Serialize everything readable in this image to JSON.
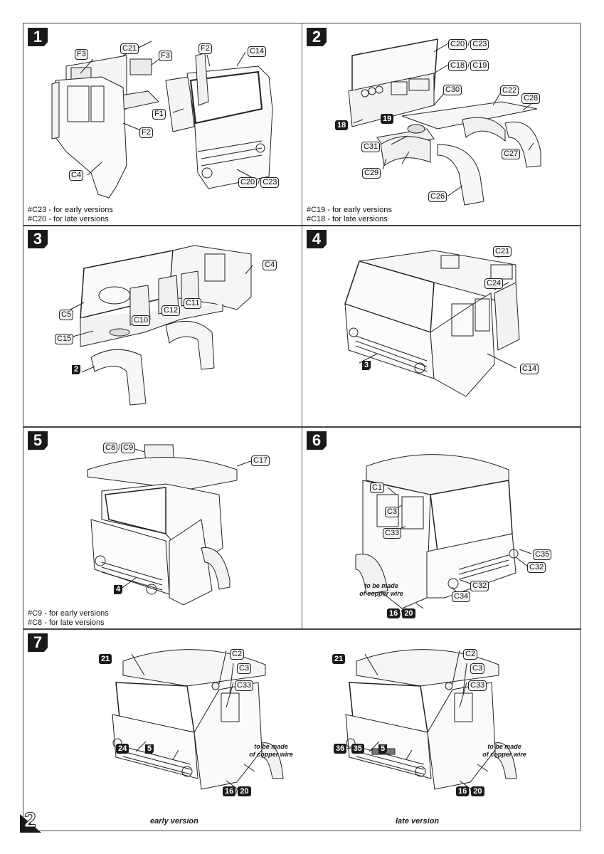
{
  "document": {
    "page_number": "2",
    "steps": [
      {
        "number": "1",
        "labels": [
          "F3",
          "C21",
          "F3",
          "F2",
          "C14",
          "F1",
          "F2",
          "C4"
        ],
        "label_pairs": [
          [
            "C20",
            "C23"
          ]
        ],
        "notes": [
          "#C23 - for early versions",
          "#C20 - for late versions"
        ]
      },
      {
        "number": "2",
        "labels": [
          "C30",
          "C22",
          "C28",
          "C31",
          "C27",
          "C29",
          "C26"
        ],
        "label_pairs": [
          [
            "C20",
            "C23"
          ],
          [
            "C18",
            "C19"
          ]
        ],
        "refs": [
          "18",
          "19"
        ],
        "notes": [
          "#C19 - for early versions",
          "#C18 - for late versions"
        ]
      },
      {
        "number": "3",
        "labels": [
          "C4",
          "C5",
          "C10",
          "C12",
          "C11",
          "C15"
        ],
        "step_refs": [
          "2"
        ]
      },
      {
        "number": "4",
        "labels": [
          "C21",
          "C24",
          "C14"
        ],
        "step_refs": [
          "3"
        ]
      },
      {
        "number": "5",
        "labels": [
          "C17"
        ],
        "label_pairs": [
          [
            "C8",
            "C9"
          ]
        ],
        "step_refs": [
          "4"
        ],
        "notes": [
          "#C9 - for early versions",
          "#C8 - for late versions"
        ]
      },
      {
        "number": "6",
        "labels": [
          "C1",
          "C3",
          "C33",
          "C35",
          "C32",
          "C32",
          "C34"
        ],
        "ref_pairs": [
          [
            "16",
            "20"
          ]
        ],
        "annotation": [
          "to be made",
          "of copper wire"
        ]
      },
      {
        "number": "7",
        "variants": [
          {
            "caption": "early version",
            "labels": [
              "C2",
              "C3",
              "C33"
            ],
            "refs": [
              "21",
              "24"
            ],
            "step_refs": [
              "5"
            ],
            "ref_pairs": [
              [
                "16",
                "20"
              ]
            ],
            "annotation": [
              "to be made",
              "of copper wire"
            ]
          },
          {
            "caption": "late version",
            "labels": [
              "C2",
              "C3",
              "C33"
            ],
            "refs": [
              "21"
            ],
            "ref_sum": [
              "36",
              "35"
            ],
            "step_refs": [
              "5"
            ],
            "ref_pairs": [
              [
                "16",
                "20"
              ]
            ],
            "annotation": [
              "to be made",
              "of copper wire"
            ]
          }
        ]
      }
    ]
  }
}
